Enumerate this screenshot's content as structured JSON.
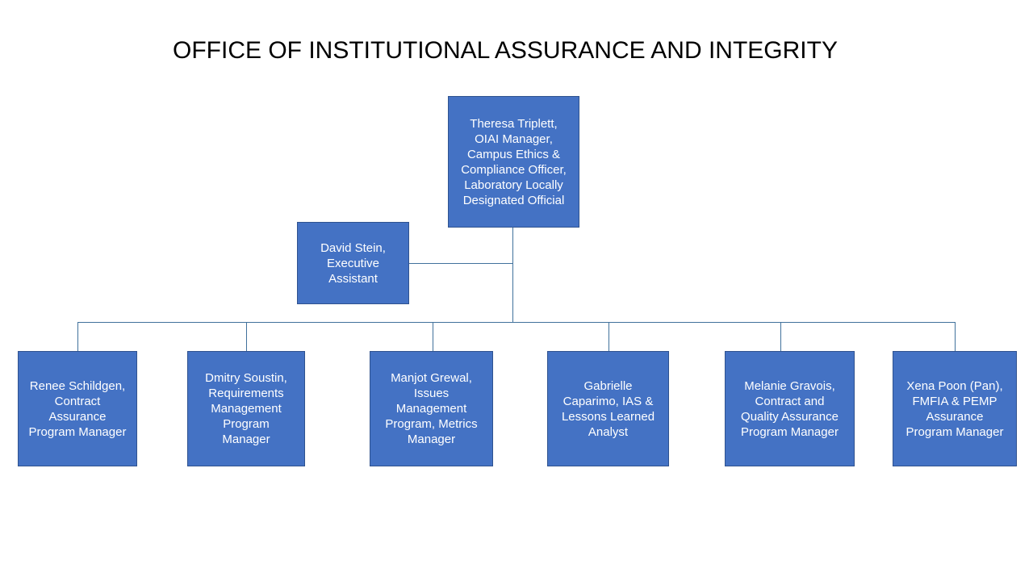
{
  "title": "OFFICE OF INSTITUTIONAL ASSURANCE AND INTEGRITY",
  "colors": {
    "box_fill": "#4472C4",
    "box_border": "#2F528F",
    "connector": "#41719C",
    "box_text": "#FFFFFF",
    "title_text": "#000000",
    "background": "#FFFFFF"
  },
  "org": {
    "manager": {
      "text": "Theresa Triplett,\nOIAI  Manager,\nCampus Ethics &\nCompliance Officer,\nLaboratory Locally\nDesignated Official"
    },
    "assistant": {
      "text": "David Stein,\nExecutive\nAssistant"
    },
    "reports": [
      {
        "text": "Renee Schildgen,\nContract\nAssurance\nProgram Manager"
      },
      {
        "text": "Dmitry Soustin,\nRequirements\nManagement\nProgram\nManager"
      },
      {
        "text": "Manjot Grewal,\nIssues\nManagement\nProgram, Metrics\nManager"
      },
      {
        "text": "Gabrielle\nCaparimo, IAS &\nLessons Learned\nAnalyst"
      },
      {
        "text": "Melanie Gravois,\nContract and\nQuality Assurance\nProgram Manager"
      },
      {
        "text": "Xena Poon (Pan),\nFMFIA & PEMP\nAssurance\nProgram Manager"
      }
    ]
  }
}
